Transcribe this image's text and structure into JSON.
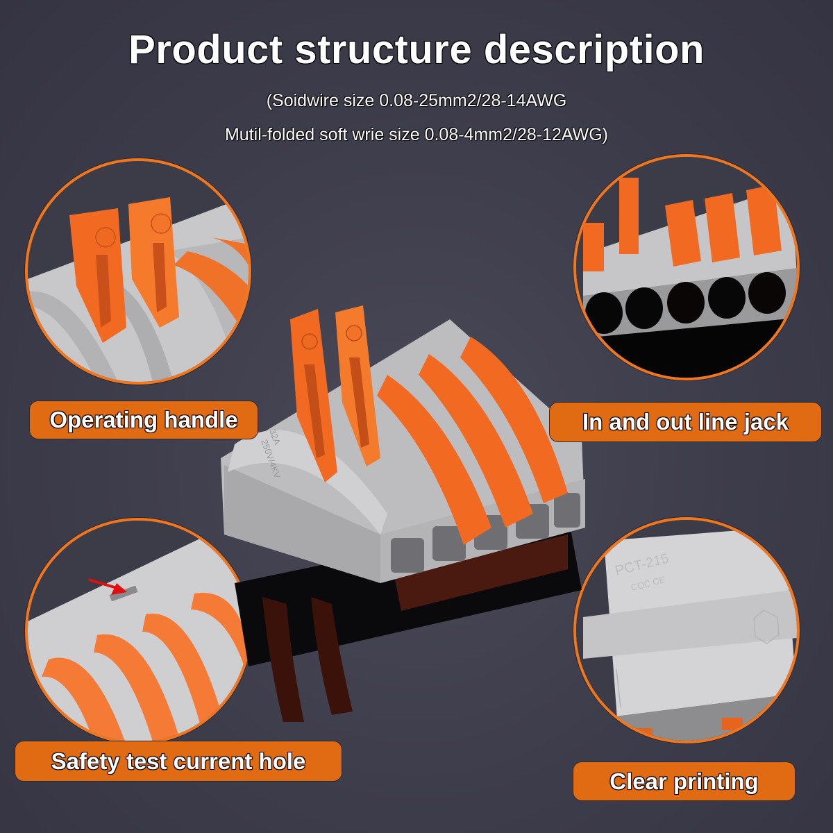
{
  "header": {
    "title": "Product structure description",
    "spec_line_1": "(Soidwire size 0.08-25mm2/28-14AWG",
    "spec_line_2": "Mutil-folded soft wrie size 0.08-4mm2/28-12AWG)"
  },
  "callouts": [
    {
      "label": "Operating handle",
      "position": "top-left"
    },
    {
      "label": "In and out line jack",
      "position": "top-right"
    },
    {
      "label": "Safety test current hole",
      "position": "bottom-left"
    },
    {
      "label": "Clear printing",
      "position": "bottom-right"
    }
  ],
  "product": {
    "side_marking_rating": "32A",
    "side_marking_voltage": "250V/4KV",
    "top_marking_model": "PCT-215",
    "top_marking_cert": "CQC CE",
    "lever_count": 5,
    "raised_lever_count": 2
  },
  "colors": {
    "background": "#3d3c4a",
    "accent_orange": "#e06b12",
    "lever_orange": "#f26a22",
    "housing_gray": "#c9c9cb"
  }
}
